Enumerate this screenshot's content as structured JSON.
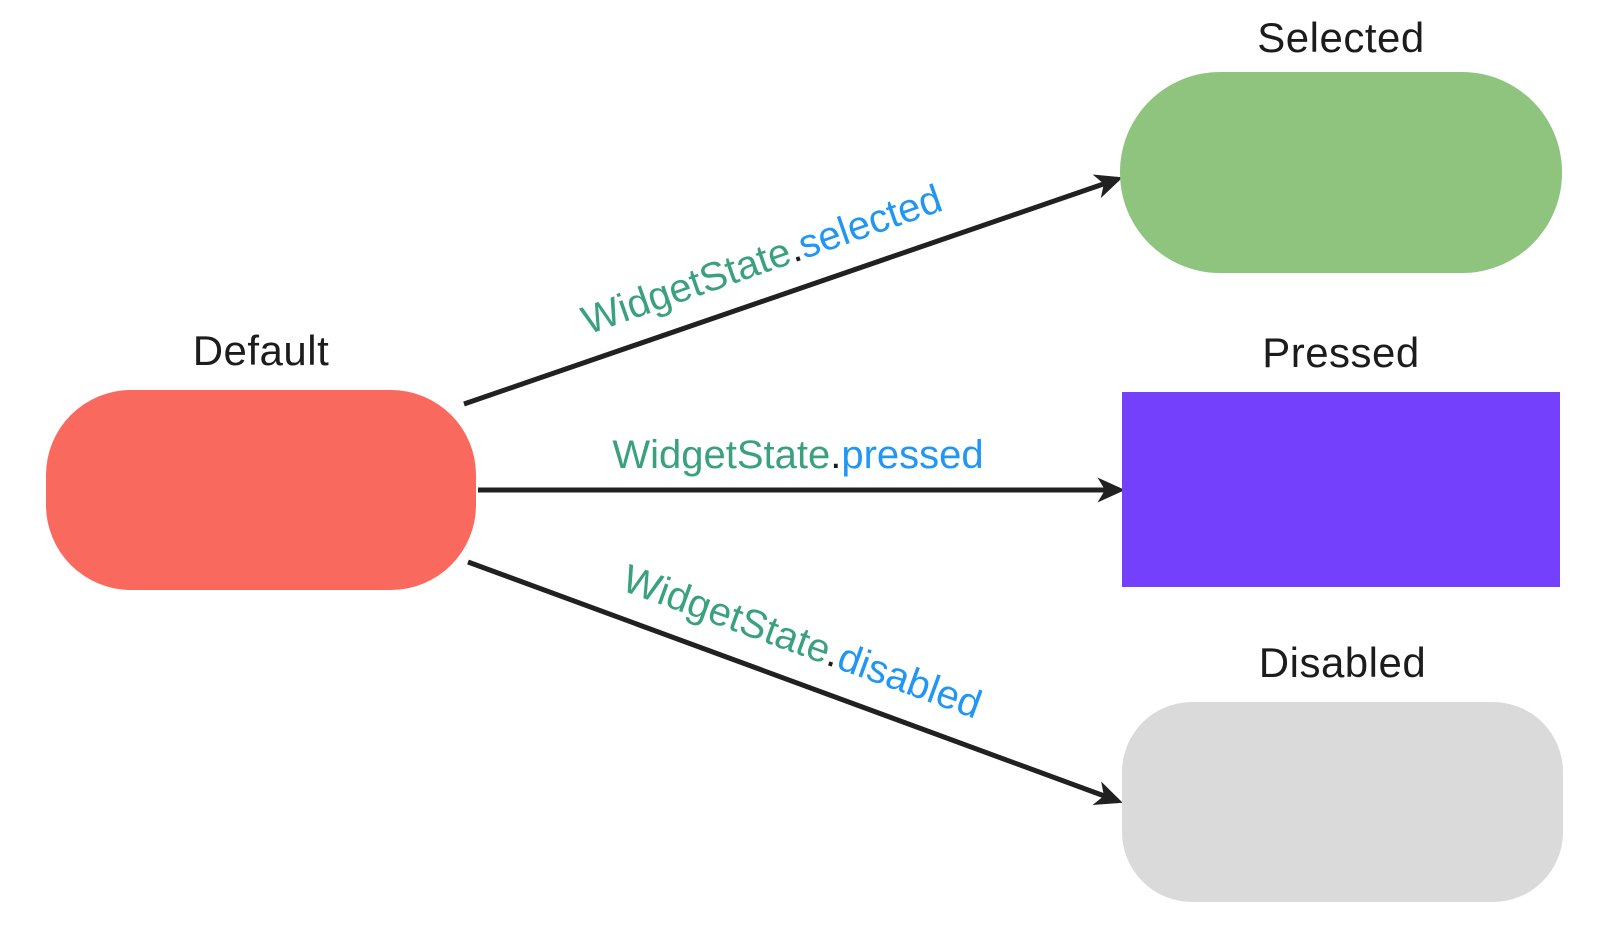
{
  "diagram": {
    "colors": {
      "background": "#ffffff",
      "arrow": "#212121",
      "node_label": "#1c1c1c",
      "namespace_text": "#3aa17e",
      "dot_text": "#1c1c1c",
      "member_text": "#2196f3"
    },
    "nodes": {
      "default": {
        "label": "Default",
        "color": "#fa695e"
      },
      "selected": {
        "label": "Selected",
        "color": "#8ec47d"
      },
      "pressed": {
        "label": "Pressed",
        "color": "#7440fb"
      },
      "disabled": {
        "label": "Disabled",
        "color": "#dadada"
      }
    },
    "edges": {
      "selected": {
        "namespace": "WidgetState",
        "separator": ".",
        "member": "selected"
      },
      "pressed": {
        "namespace": "WidgetState",
        "separator": ".",
        "member": "pressed"
      },
      "disabled": {
        "namespace": "WidgetState",
        "separator": ".",
        "member": "disabled"
      }
    }
  }
}
